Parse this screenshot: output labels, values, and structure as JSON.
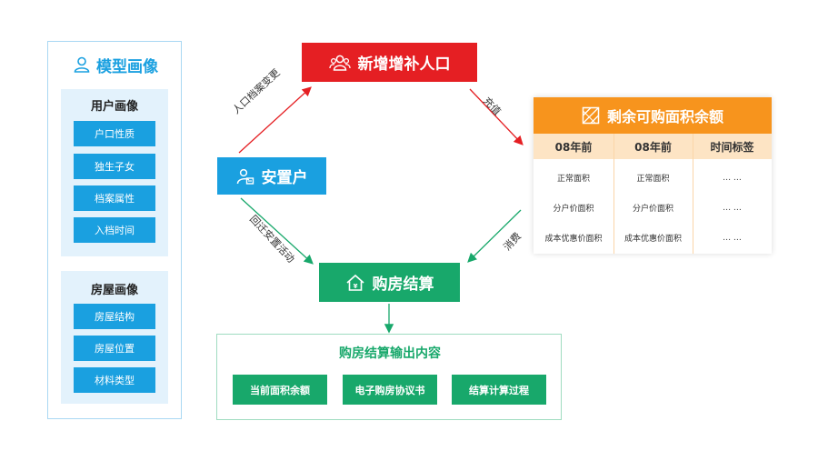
{
  "model": {
    "title": "模型画像",
    "user_group": {
      "title": "用户画像",
      "items": [
        "户口性质",
        "独生子女",
        "档案属性",
        "入档时间"
      ]
    },
    "house_group": {
      "title": "房屋画像",
      "items": [
        "房屋结构",
        "房屋位置",
        "材料类型"
      ]
    }
  },
  "nodes": {
    "new_population": "新增增补人口",
    "resettled": "安置户",
    "settlement": "购房结算"
  },
  "edges": {
    "archive_change": "人口档案变更",
    "recharge": "充值",
    "resettle_activity": "回迁安置活动",
    "consume": "消费"
  },
  "remaining": {
    "title": "剩余可购面积余额",
    "columns": [
      "08年前",
      "08年前",
      "时间标签"
    ],
    "rows": [
      [
        "正常面积",
        "正常面积",
        "… …"
      ],
      [
        "分户价面积",
        "分户价面积",
        "… …"
      ],
      [
        "成本优惠价面积",
        "成本优惠价面积",
        "… …"
      ]
    ]
  },
  "output": {
    "title": "购房结算输出内容",
    "items": [
      "当前面积余额",
      "电子购房协议书",
      "结算计算过程"
    ]
  },
  "colors": {
    "blue": "#1aa0e0",
    "red": "#e51f23",
    "green": "#18a86b",
    "orange": "#f7941d",
    "light_blue": "#e3f2fc",
    "light_orange": "#fde4c4"
  },
  "icons": {
    "model": "user-icon",
    "new_population": "users-group-icon",
    "resettled": "user-card-icon",
    "settlement": "house-money-icon",
    "remaining": "pattern-square-icon"
  }
}
